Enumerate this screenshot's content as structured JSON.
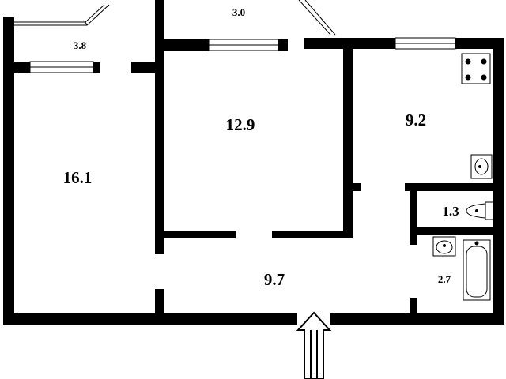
{
  "floor_plan": {
    "rooms": [
      {
        "id": "room-left",
        "area": "16.1"
      },
      {
        "id": "room-middle",
        "area": "12.9"
      },
      {
        "id": "kitchen",
        "area": "9.2"
      },
      {
        "id": "hallway",
        "area": "9.7"
      },
      {
        "id": "toilet",
        "area": "1.3"
      },
      {
        "id": "bathroom",
        "area": "2.7"
      },
      {
        "id": "balcony-left",
        "area": "3.8"
      },
      {
        "id": "balcony-middle",
        "area": "3.0"
      }
    ],
    "entrance": "entrance-arrow-icon",
    "colors": {
      "wall": "#000000",
      "background": "#ffffff"
    }
  }
}
